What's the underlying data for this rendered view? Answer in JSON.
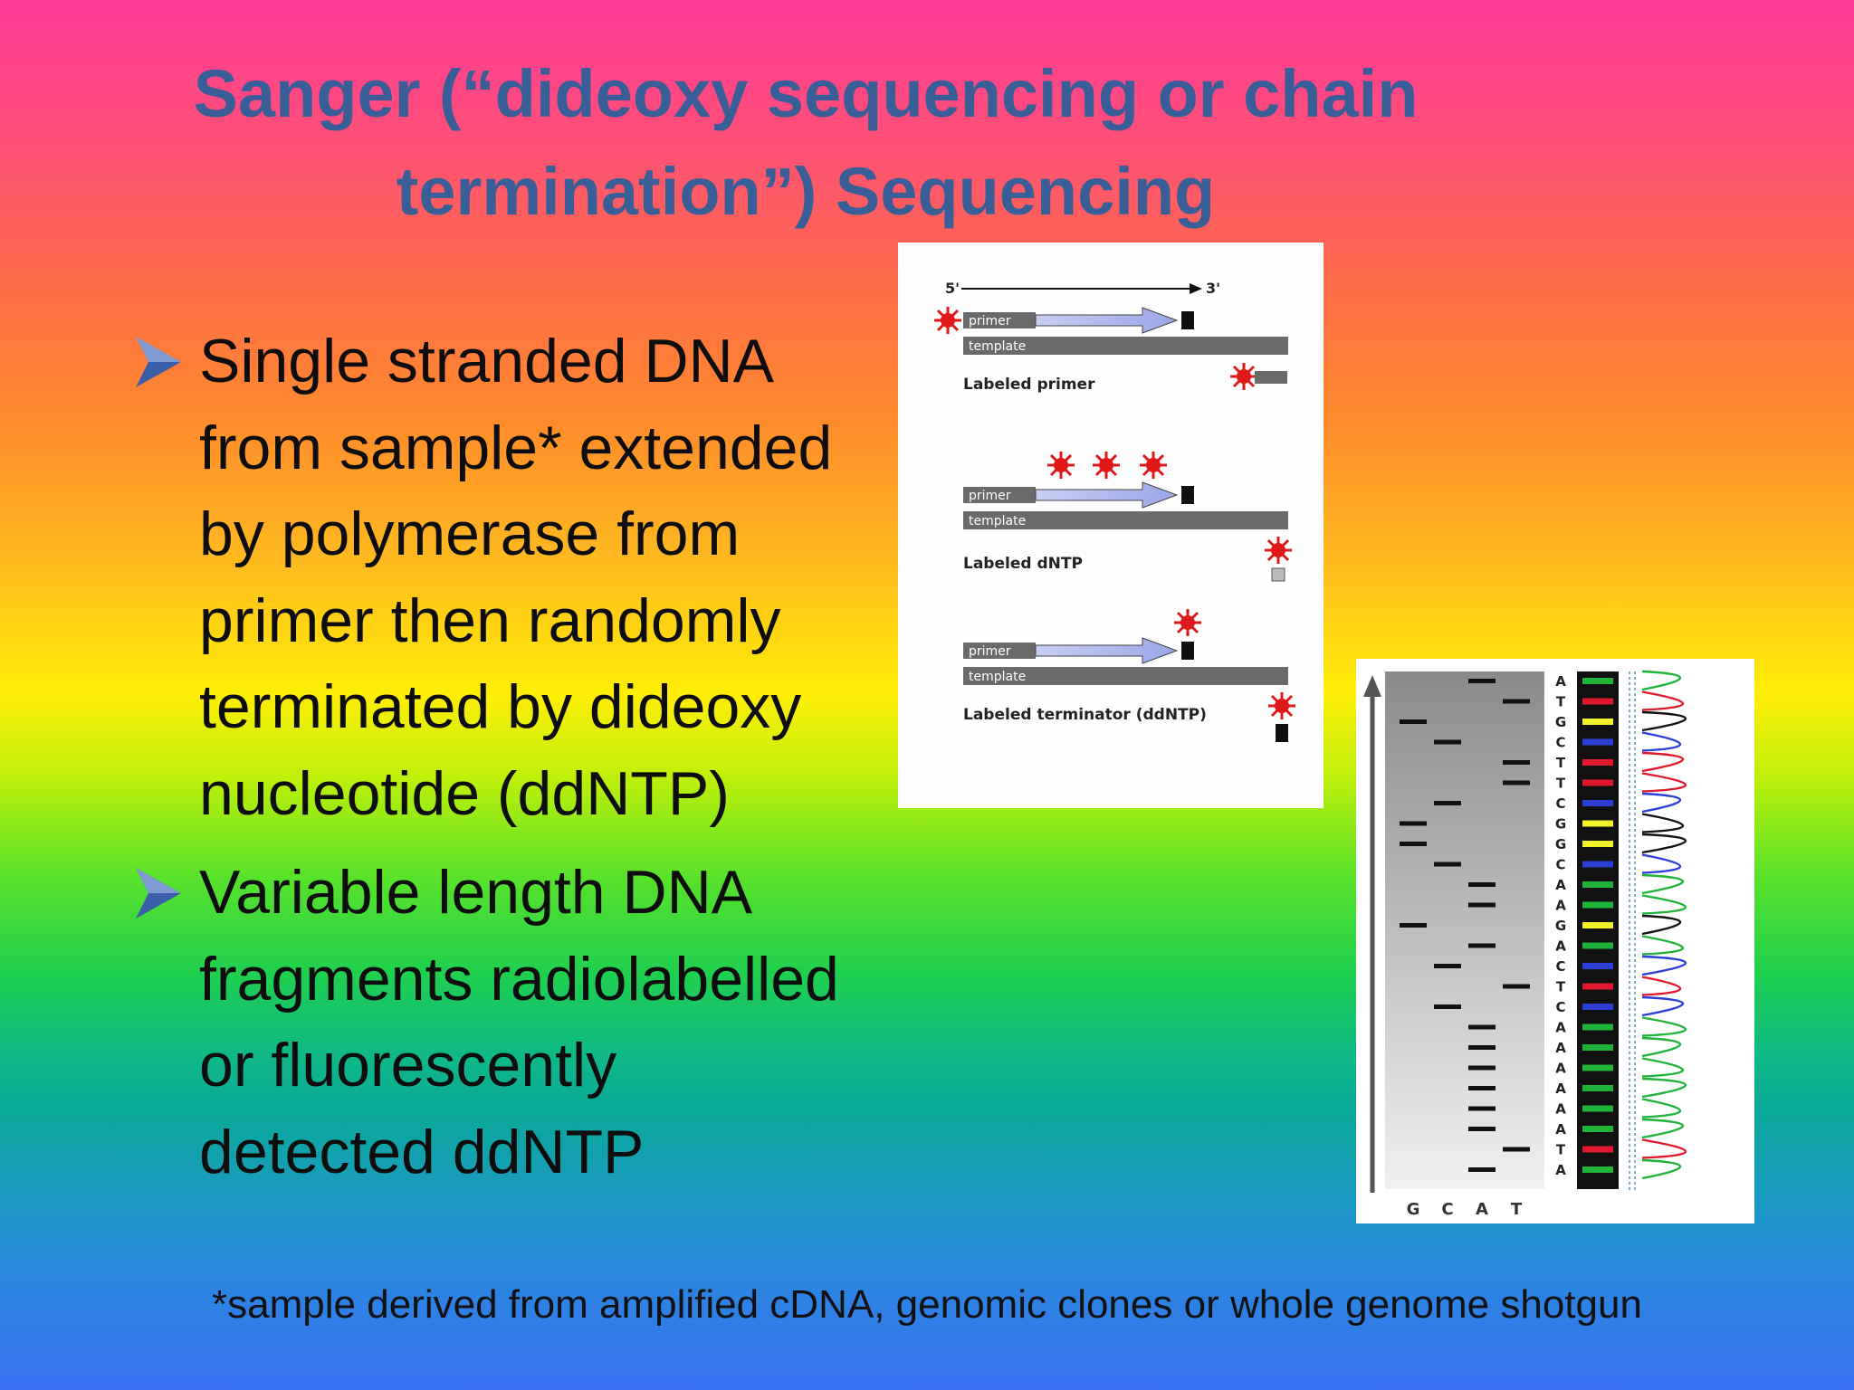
{
  "slide": {
    "title_line1": "Sanger (“dideoxy sequencing or chain",
    "title_line2": "termination”) Sequencing",
    "bullets": [
      {
        "lines": [
          "Single stranded DNA",
          "from sample* extended",
          "by polymerase from",
          "primer then randomly",
          "terminated by dideoxy",
          "nucleotide (ddNTP)"
        ]
      },
      {
        "lines": [
          "Variable length DNA",
          "fragments radiolabelled",
          "or fluorescently",
          "detected ddNTP"
        ]
      }
    ],
    "footnote": "*sample derived from amplified cDNA, genomic clones or whole genome shotgun"
  },
  "diagram": {
    "end5": "5'",
    "end3": "3'",
    "primer": "primer",
    "template": "template",
    "rows": [
      "Labeled primer",
      "Labeled dNTP",
      "Labeled terminator (ddNTP)"
    ]
  },
  "gel": {
    "lanes": [
      "G",
      "C",
      "A",
      "T"
    ],
    "sequence": [
      "A",
      "T",
      "G",
      "C",
      "T",
      "T",
      "C",
      "G",
      "G",
      "C",
      "A",
      "A",
      "G",
      "A",
      "C",
      "T",
      "C",
      "A",
      "A",
      "A",
      "A",
      "A",
      "A",
      "T",
      "A"
    ],
    "colors": {
      "A": "#1fb33a",
      "T": "#e0192c",
      "G": "#f2f22a",
      "C": "#2b3ed6"
    }
  },
  "colors": {
    "title": "#3a5f98",
    "bullet_arrow": "#3b5ea8",
    "star": "#e01818"
  }
}
